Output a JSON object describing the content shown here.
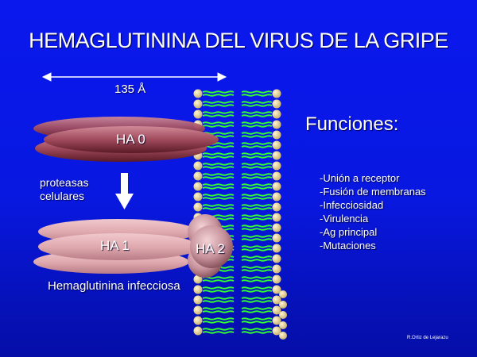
{
  "slide": {
    "title": "HEMAGLUTININA DEL VIRUS DE LA GRIPE",
    "dimension_label": "135 Å",
    "ha0_label": "HA 0",
    "protease_label_line1": "proteasas",
    "protease_label_line2": "celulares",
    "ha1_label": "HA 1",
    "ha2_label": "HA 2",
    "infectious_label": "Hemaglutinina infecciosa",
    "functions_title": "Funciones:",
    "functions": [
      "-Unión a receptor",
      "-Fusión de membranas",
      "-Infecciosidad",
      "-Virulencia",
      "-Ag principal",
      "-Mutaciones"
    ],
    "credit": "R.Ortiz de Lejarazu"
  },
  "colors": {
    "background_top": "#0a18ee",
    "background_bottom": "#050ea6",
    "ha0_disc": "#a04a5c",
    "ha1_disc": "#e0aab0",
    "ha2_sphere": "#c6909a",
    "lipid_head": "#f3e2a6",
    "lipid_tail": "#33ff33",
    "text": "#ffffff"
  }
}
